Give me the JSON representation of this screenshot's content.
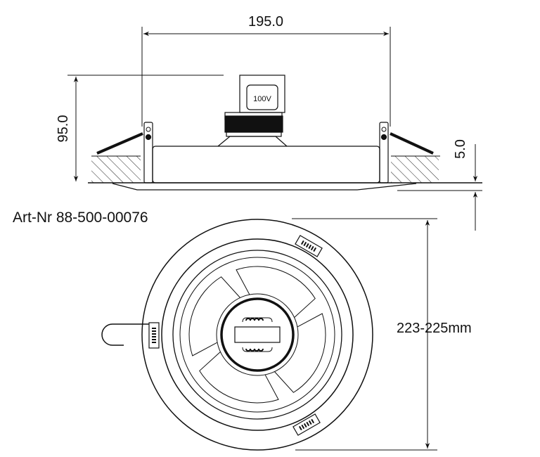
{
  "side_view": {
    "width_dim": "195.0",
    "height_dim": "95.0",
    "flange_dim": "5.0",
    "voltage_label": "100V"
  },
  "article_number": "Art-Nr 88-500-00076",
  "top_view": {
    "cutout_dim": "223-225mm"
  }
}
